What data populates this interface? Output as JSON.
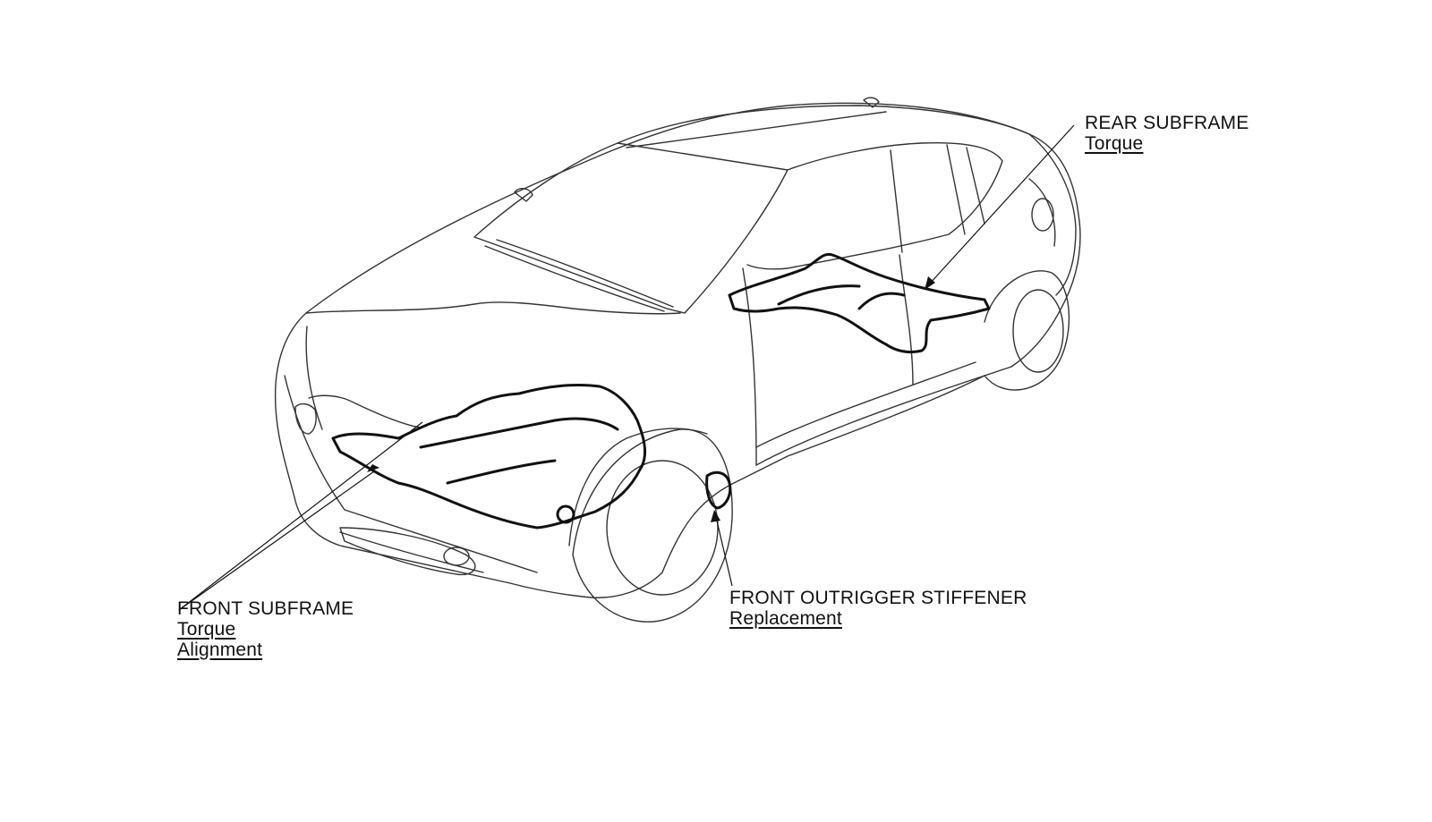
{
  "callouts": {
    "rear_subframe": {
      "title": "REAR SUBFRAME",
      "links": [
        "Torque"
      ]
    },
    "front_subframe": {
      "title": "FRONT SUBFRAME",
      "links": [
        "Torque",
        "Alignment"
      ]
    },
    "front_outrigger_stiffener": {
      "title": "FRONT OUTRIGGER STIFFENER",
      "links": [
        "Replacement"
      ]
    }
  },
  "colors": {
    "ink": "#111111",
    "body_line": "#333333",
    "background": "#ffffff"
  }
}
